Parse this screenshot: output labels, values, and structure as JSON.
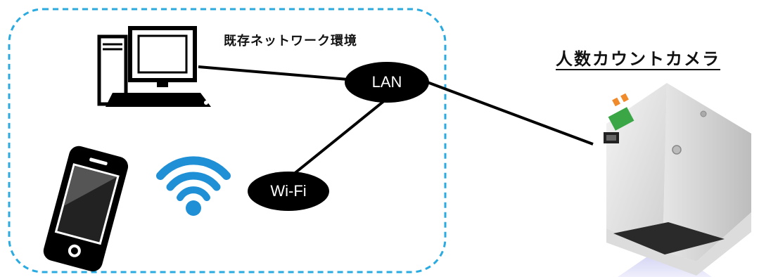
{
  "diagram": {
    "network_area_label": "既存ネットワーク環境",
    "camera_title": "人数カウントカメラ",
    "nodes": {
      "lan": "LAN",
      "wifi": "Wi-Fi"
    },
    "colors": {
      "boundary": "#29abe2",
      "wifi_icon": "#1f8fd6",
      "connection": "#000000"
    }
  }
}
